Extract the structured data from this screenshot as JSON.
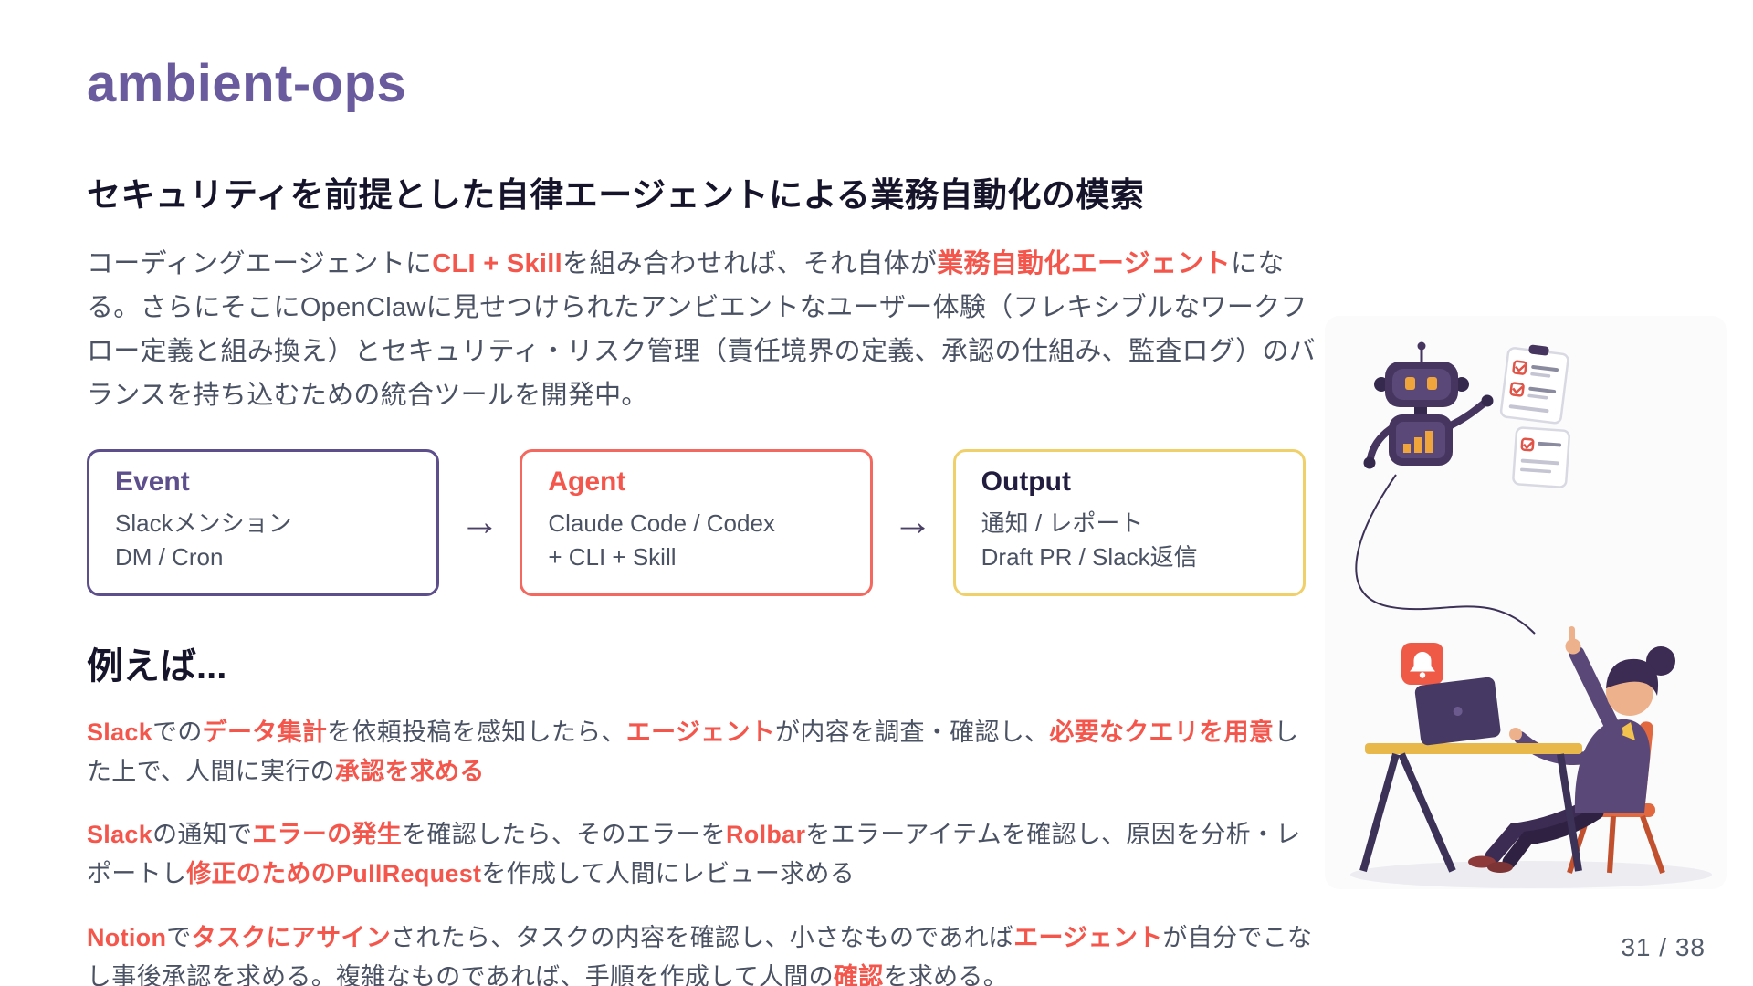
{
  "page": {
    "title": "ambient-ops",
    "subtitle": "セキュリティを前提とした自律エージェントによる業務自動化の模索",
    "page_number": "31 / 38"
  },
  "colors": {
    "accent_purple": "#6a5b9e",
    "accent_red": "#f4564c",
    "event_border": "#5d4e8c",
    "agent_border": "#f3695f",
    "output_border": "#f0d06a",
    "body_text": "#4a5263",
    "heading_text": "#15142b",
    "arrow": "#4b4166",
    "page_number": "#525c6b"
  },
  "intro": {
    "segments": [
      {
        "text": "コーディングエージェントに",
        "em": false
      },
      {
        "text": "CLI + Skill",
        "em": true
      },
      {
        "text": "を組み合わせれば、それ自体が",
        "em": false
      },
      {
        "text": "業務自動化エージェント",
        "em": true
      },
      {
        "text": "になる。さらにそこにOpenClawに見せつけられたアンビエントなユーザー体験（フレキシブルなワークフロー定義と組み換え）とセキュリティ・リスク管理（責任境界の定義、承認の仕組み、監査ログ）のバランスを持ち込むための統合ツールを開発中。",
        "em": false
      }
    ]
  },
  "flow": {
    "arrow": "→",
    "boxes": [
      {
        "title": "Event",
        "lines": [
          "Slackメンション",
          "DM / Cron"
        ]
      },
      {
        "title": "Agent",
        "lines": [
          "Claude Code / Codex",
          "+ CLI + Skill"
        ]
      },
      {
        "title": "Output",
        "lines": [
          "通知 / レポート",
          "Draft PR / Slack返信"
        ]
      }
    ]
  },
  "examples": {
    "heading": "例えば...",
    "items": [
      {
        "segments": [
          {
            "text": "Slack",
            "em": true
          },
          {
            "text": "での",
            "em": false
          },
          {
            "text": "データ集計",
            "em": true
          },
          {
            "text": "を依頼投稿を感知したら、",
            "em": false
          },
          {
            "text": "エージェント",
            "em": true
          },
          {
            "text": "が内容を調査・確認し、",
            "em": false
          },
          {
            "text": "必要なクエリを用意",
            "em": true
          },
          {
            "text": "した上で、人間に実行の",
            "em": false
          },
          {
            "text": "承認を求める",
            "em": true
          }
        ]
      },
      {
        "segments": [
          {
            "text": "Slack",
            "em": true
          },
          {
            "text": "の通知で",
            "em": false
          },
          {
            "text": "エラーの発生",
            "em": true
          },
          {
            "text": "を確認したら、そのエラーを",
            "em": false
          },
          {
            "text": "Rolbar",
            "em": true
          },
          {
            "text": "をエラーアイテムを確認し、原因を分析・レポートし",
            "em": false
          },
          {
            "text": "修正のためのPullRequest",
            "em": true
          },
          {
            "text": "を作成して人間にレビュー求める",
            "em": false
          }
        ]
      },
      {
        "segments": [
          {
            "text": "Notion",
            "em": true
          },
          {
            "text": "で",
            "em": false
          },
          {
            "text": "タスクにアサイン",
            "em": true
          },
          {
            "text": "されたら、タスクの内容を確認し、小さなものであれば",
            "em": false
          },
          {
            "text": "エージェント",
            "em": true
          },
          {
            "text": "が自分でこなし事後承認を求める。複雑なものであれば、手順を作成して人間の",
            "em": false
          },
          {
            "text": "確認",
            "em": true
          },
          {
            "text": "を求める。",
            "em": false
          }
        ]
      }
    ]
  },
  "illustration": {
    "icons": [
      "robot-icon",
      "clipboard-checklist-icon",
      "notification-bell-icon",
      "person-at-desk-icon"
    ]
  }
}
